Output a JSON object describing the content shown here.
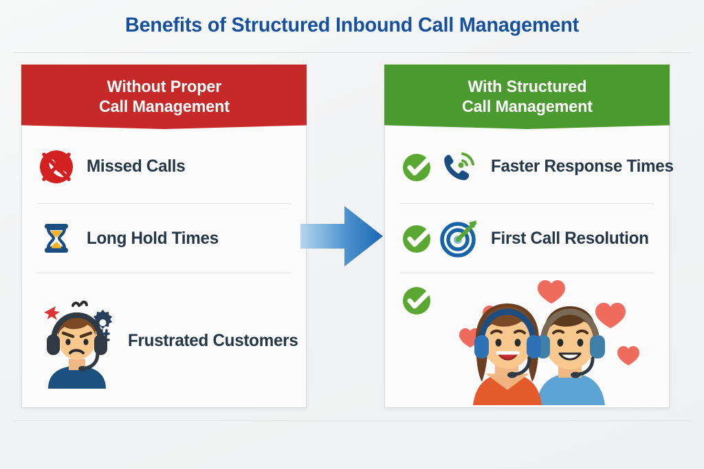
{
  "header": {
    "title": "Benefits of Structured Inbound Call Management",
    "title_color": "#15509E"
  },
  "panels": {
    "left": {
      "name": "without-proper-call-management",
      "header_line1": "Without Proper",
      "header_line2": "Call Management",
      "header_color": "#C62A28",
      "items": [
        {
          "label": "Missed Calls",
          "icon": "missed-call-icon"
        },
        {
          "label": "Long Hold Times",
          "icon": "hourglass-icon"
        },
        {
          "label": "Frustrated Customers",
          "icon": "frustrated-agent-icon"
        }
      ]
    },
    "right": {
      "name": "with-structured-call-management",
      "header_line1": "With Structured",
      "header_line2": "Call Management",
      "header_color": "#4A9A2F",
      "items": [
        {
          "label": "Faster Response Times",
          "icon": "phone-signal-icon",
          "check": "green-check-icon"
        },
        {
          "label": "First Call Resolution",
          "icon": "target-arrow-icon",
          "check": "green-check-icon"
        },
        {
          "label": "",
          "icon": "happy-agents-hearts-icon",
          "check": "green-check-icon"
        }
      ]
    }
  },
  "arrow": {
    "name": "transition-arrow",
    "direction": "right",
    "color_start": "#A8CDEB",
    "color_end": "#1E6FB8"
  }
}
